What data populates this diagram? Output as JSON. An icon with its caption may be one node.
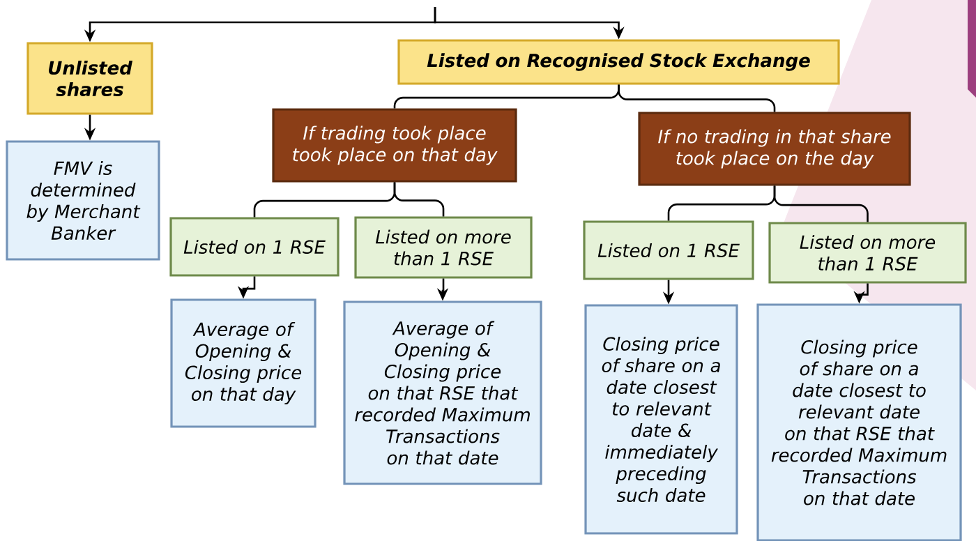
{
  "diagram": {
    "nodes": [
      {
        "text": [
          "Unlisted shares"
        ]
      },
      {
        "text": [
          "Listed on Recognised Stock Exchange"
        ]
      },
      {
        "text": [
          "FMV is determined by Merchant Banker"
        ]
      },
      {
        "text": [
          "If trading took place took place on that day"
        ]
      },
      {
        "text": [
          "If no trading in that share took place on the day"
        ]
      },
      {
        "text": [
          "Listed on 1 RSE"
        ]
      },
      {
        "text": [
          "Listed on more than 1 RSE"
        ]
      },
      {
        "text": [
          "Listed on 1 RSE"
        ]
      },
      {
        "text": [
          "Listed on more than 1 RSE"
        ]
      },
      {
        "text": [
          "Average of Opening & Closing price on that day"
        ]
      },
      {
        "text": [
          "Average of Opening & Closing price on that RSE that recorded Maximum Transactions on that date"
        ]
      },
      {
        "text": [
          "Closing price of share on a date closest to relevant date & immediately preceding such date"
        ]
      },
      {
        "text": [
          "Closing price of share on a date closest to relevant date on that RSE that recorded Maximum Transactions on that date"
        ]
      }
    ],
    "edges": [
      {
        "from": null,
        "to": 0,
        "arrow": "to"
      },
      {
        "from": null,
        "to": 1,
        "arrow": "to"
      },
      {
        "from": 0,
        "to": 2,
        "arrow": "to"
      },
      {
        "from": 1,
        "to": 3,
        "arrow": "none"
      },
      {
        "from": 1,
        "to": 4,
        "arrow": "none"
      },
      {
        "from": 3,
        "to": 5,
        "arrow": "none"
      },
      {
        "from": 3,
        "to": 6,
        "arrow": "none"
      },
      {
        "from": 4,
        "to": 7,
        "arrow": "none"
      },
      {
        "from": 4,
        "to": 8,
        "arrow": "none"
      },
      {
        "from": 5,
        "to": 9,
        "arrow": "to"
      },
      {
        "from": 6,
        "to": 10,
        "arrow": "to"
      },
      {
        "from": 7,
        "to": 11,
        "arrow": "to"
      },
      {
        "from": 8,
        "to": 12,
        "arrow": "to"
      }
    ]
  }
}
